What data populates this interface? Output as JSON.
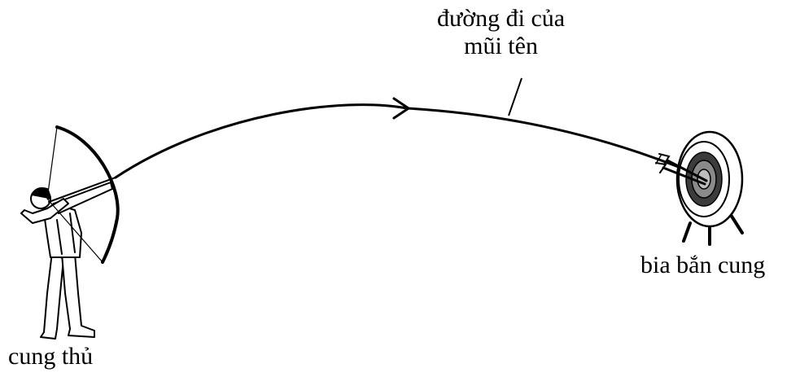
{
  "labels": {
    "arrow_path_line1": "đường đi của",
    "arrow_path_line2": "mũi tên",
    "target": "bia bắn cung",
    "archer": "cung thủ"
  },
  "colors": {
    "ink": "#000000",
    "target_outer": "#ffffff",
    "target_ring": "#8a8a8a",
    "target_inner_ring": "#3c3c3c",
    "target_center": "#bdbdbd"
  },
  "icons": [
    "archer-figure-icon",
    "bow-icon",
    "arrow-head-icon",
    "archery-target-icon",
    "arrow-in-target-icon"
  ]
}
